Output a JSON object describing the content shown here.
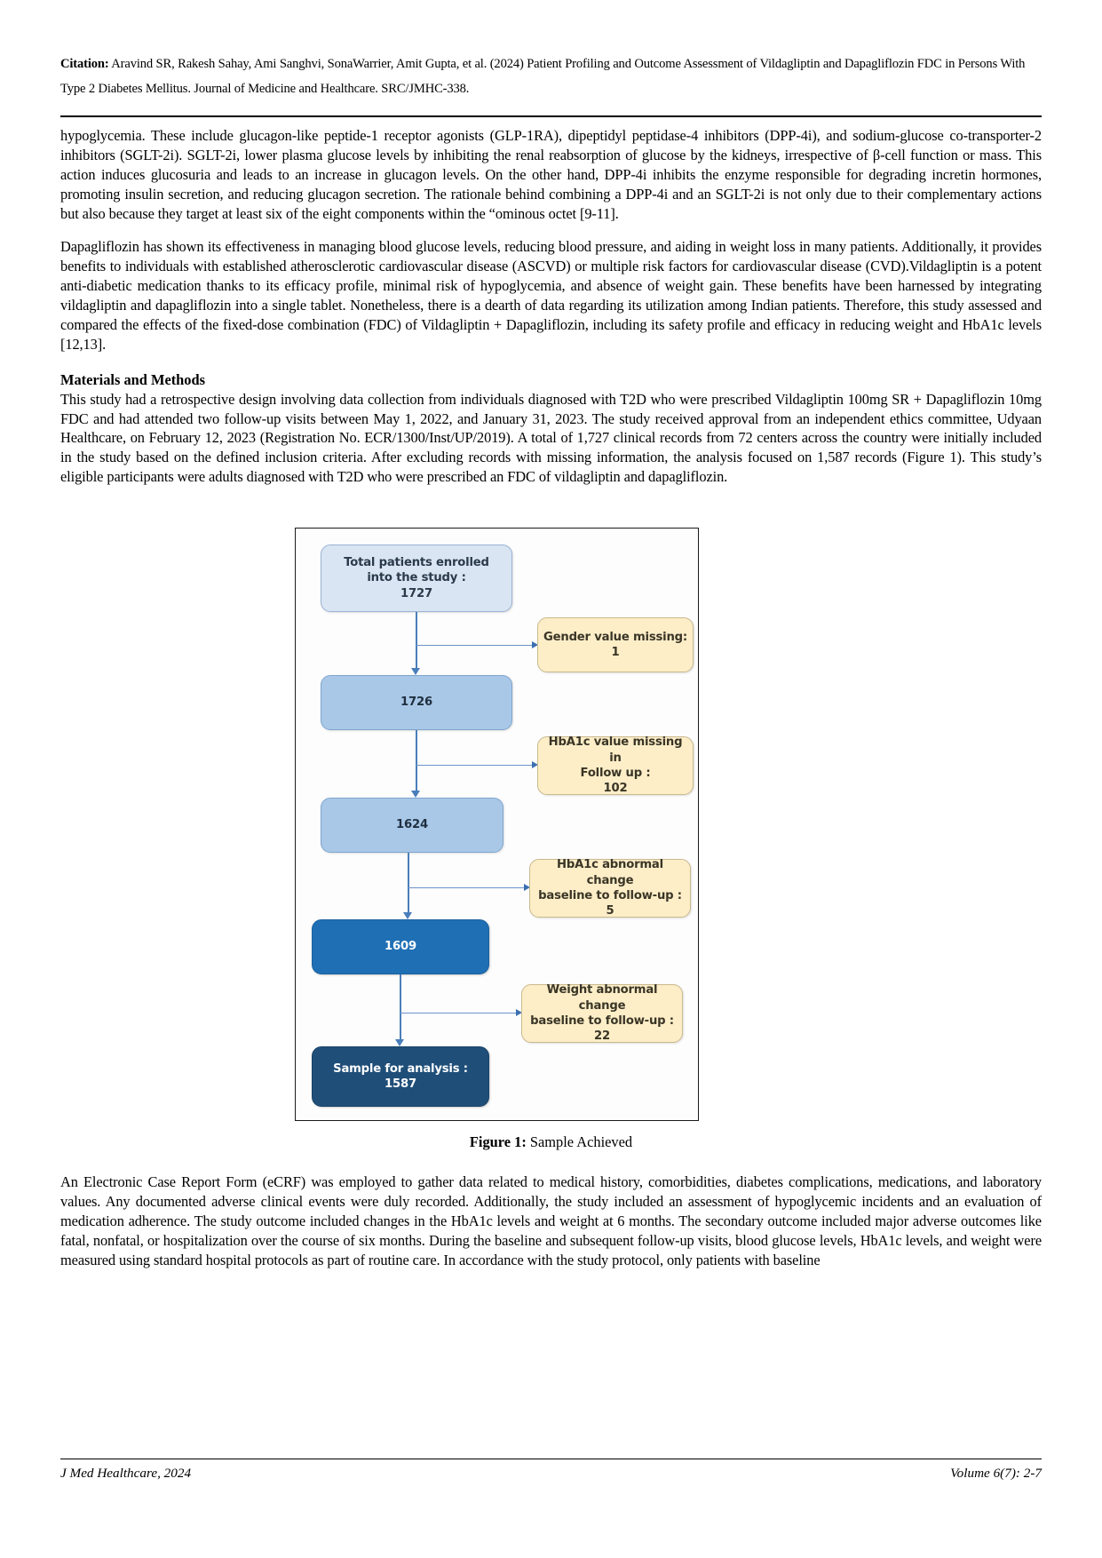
{
  "citation": {
    "label": "Citation:",
    "text": " Aravind SR, Rakesh Sahay, Ami Sanghvi, SonaWarrier, Amit Gupta, et al. (2024) Patient Profiling and Outcome Assessment of Vildagliptin and Dapagliflozin FDC in Persons With Type 2 Diabetes Mellitus. Journal of Medicine and Healthcare. SRC/JMHC-338."
  },
  "body": {
    "para1": "hypoglycemia. These include glucagon-like peptide-1 receptor agonists (GLP-1RA), dipeptidyl peptidase-4 inhibitors (DPP-4i), and sodium-glucose co-transporter-2 inhibitors (SGLT-2i). SGLT-2i, lower plasma glucose levels by inhibiting the renal reabsorption of glucose by the kidneys, irrespective of β-cell function or mass. This action induces glucosuria and leads to an increase in glucagon levels. On the other hand, DPP-4i inhibits the enzyme responsible for degrading incretin hormones, promoting insulin secretion, and reducing glucagon secretion. The rationale behind combining a DPP-4i and an SGLT-2i is not only due to their complementary actions but also because they target at least six of the eight components within the “ominous octet [9-11].",
    "para2": "Dapagliflozin has shown its effectiveness in managing blood glucose levels, reducing blood pressure, and aiding in weight loss in many patients. Additionally, it provides benefits to individuals with established atherosclerotic cardiovascular disease (ASCVD) or multiple risk factors for cardiovascular disease (CVD).Vildagliptin is a potent anti-diabetic medication thanks to its efficacy profile, minimal risk of hypoglycemia, and absence of weight gain. These benefits have been harnessed by integrating vildagliptin and dapagliflozin into a single tablet. Nonetheless, there is a dearth of data regarding its utilization among Indian patients. Therefore, this study assessed and compared the effects of the fixed-dose combination (FDC) of Vildagliptin + Dapagliflozin, including its safety profile and efficacy in reducing weight and HbA1c levels [12,13].",
    "section_heading": "Materials and Methods",
    "para3": "This study had a retrospective design involving data collection from individuals diagnosed with T2D who were prescribed Vildagliptin 100mg SR + Dapagliflozin 10mg FDC and had attended two follow-up visits between May 1, 2022, and January 31, 2023. The study received approval from an independent ethics committee, Udyaan Healthcare, on February 12, 2023 (Registration No. ECR/1300/Inst/UP/2019). A total of 1,727 clinical records from 72 centers across the country were initially included in the study based on the defined inclusion criteria. After excluding records with missing information, the analysis focused on 1,587 records (Figure 1). This study’s eligible participants were adults diagnosed with T2D who were prescribed an FDC of vildagliptin and dapagliflozin.",
    "para4": "An Electronic Case Report Form (eCRF) was employed to gather data related to medical history, comorbidities, diabetes complications, medications, and laboratory values. Any documented adverse clinical events were duly recorded. Additionally, the study included an assessment of hypoglycemic incidents and an evaluation of medication adherence. The study outcome included changes in the HbA1c levels and weight at 6 months. The secondary outcome included major adverse outcomes like fatal, nonfatal, or hospitalization over the course of six months. During the baseline and subsequent follow-up visits, blood glucose levels, HbA1c levels, and weight were measured using standard hospital protocols as part of routine care. In accordance with the study protocol, only patients with baseline"
  },
  "figure": {
    "caption_label": "Figure 1:",
    "caption_text": " Sample Achieved",
    "colors": {
      "enrolled_fill": "#d9e5f3",
      "stage_fill": "#a9c8e8",
      "strong_fill": "#1f6fb5",
      "final_fill": "#1f4e79",
      "exclusion_fill": "#fdeec8",
      "connector": "#4a7ebb"
    },
    "flow": {
      "nodes": [
        {
          "id": "enrolled",
          "text": "Total patients enrolled\ninto the study :\n1727",
          "value": 1727
        },
        {
          "id": "stage1",
          "text": "1726",
          "value": 1726
        },
        {
          "id": "stage2",
          "text": "1624",
          "value": 1624
        },
        {
          "id": "stage3",
          "text": "1609",
          "value": 1609
        },
        {
          "id": "final",
          "text": "Sample for analysis :\n1587",
          "value": 1587
        }
      ],
      "exclusions": [
        {
          "id": "excl1",
          "text": "Gender value missing:\n1",
          "value": 1
        },
        {
          "id": "excl2",
          "text": "HbA1c value missing in\nFollow up :\n102",
          "value": 102
        },
        {
          "id": "excl3",
          "text": "HbA1c abnormal change\nbaseline to follow-up :\n5",
          "value": 5
        },
        {
          "id": "excl4",
          "text": "Weight abnormal change\nbaseline to follow-up :\n22",
          "value": 22
        }
      ]
    }
  },
  "footer": {
    "left": "J Med Healthcare, 2024",
    "right": "Volume 6(7): 2-7"
  }
}
